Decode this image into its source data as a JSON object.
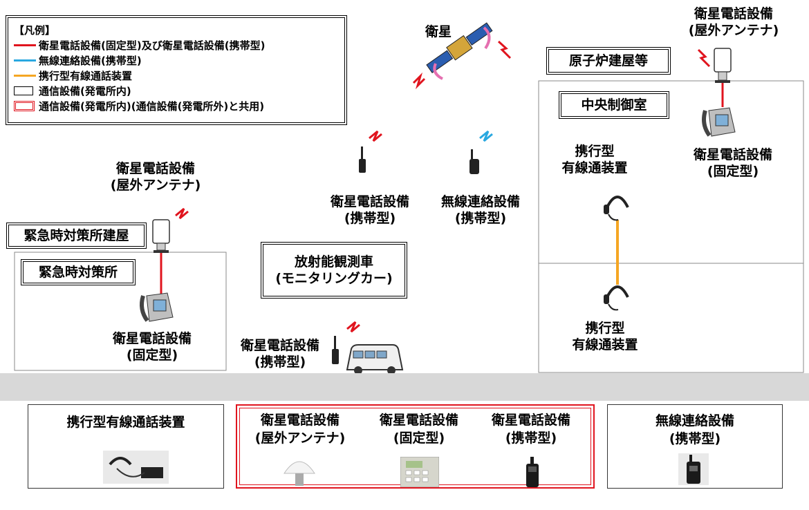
{
  "legend": {
    "title": "【凡例】",
    "items": [
      {
        "text": "衛星電話設備(固定型)及び衛星電話設備(携帯型)",
        "color": "#e0141e",
        "kind": "line"
      },
      {
        "text": "無線連絡設備(携帯型)",
        "color": "#29a8e0",
        "kind": "line"
      },
      {
        "text": "携行型有線通話装置",
        "color": "#f5a623",
        "kind": "line"
      },
      {
        "text": "通信設備(発電所内)",
        "color": "#000000",
        "kind": "box"
      },
      {
        "text": "通信設備(発電所内)(通信設備(発電所外)と共用)",
        "color": "#e0141e",
        "kind": "redbox"
      }
    ]
  },
  "labels": {
    "satellite": "衛星",
    "sat_antenna_right": "衛星電話設備\n(屋外アンテナ)",
    "reactor_building": "原子炉建屋等",
    "central_control": "中央制御室",
    "sat_fixed_right": "衛星電話設備\n(固定型)",
    "wired_upper": "携行型\n有線通装置",
    "wired_lower": "携行型\n有線通装置",
    "sat_portable_center": "衛星電話設備\n(携帯型)",
    "radio_portable_center": "無線連絡設備\n(携帯型)",
    "sat_antenna_left": "衛星電話設備\n(屋外アンテナ)",
    "emergency_building": "緊急時対策所建屋",
    "emergency_center": "緊急時対策所",
    "sat_fixed_left": "衛星電話設備\n(固定型)",
    "monitoring_car": "放射能観測車\n(モニタリングカー)",
    "sat_portable_car": "衛星電話設備\n(携帯型)"
  },
  "photos": {
    "wired": "携行型有線通話装置",
    "sat_antenna": "衛星電話設備\n(屋外アンテナ)",
    "sat_fixed": "衛星電話設備\n(固定型)",
    "sat_portable": "衛星電話設備\n(携帯型)",
    "radio": "無線連絡設備\n(携帯型)"
  },
  "colors": {
    "satellite_line": "#e0141e",
    "radio_line": "#29a8e0",
    "wired_line": "#f5a623",
    "road": "#d8d8d8"
  }
}
